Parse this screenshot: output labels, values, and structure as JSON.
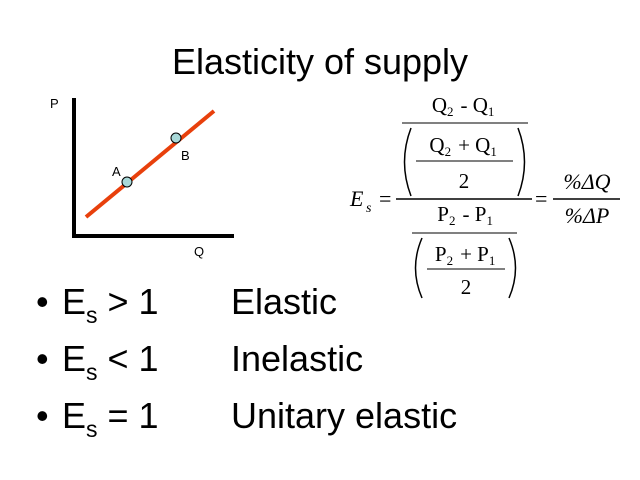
{
  "title": "Elasticity of supply",
  "graph": {
    "y_axis_label": "P",
    "x_axis_label": "Q",
    "points": [
      {
        "label": "A"
      },
      {
        "label": "B"
      }
    ],
    "supply_line_color": "#e8400c",
    "point_fill_color": "#a8d8d8"
  },
  "formula": {
    "lhs_symbol": "E",
    "lhs_subscript": "s",
    "equals": "=",
    "numerator_top": "Q2 - Q1",
    "numerator_bottom_sum": "Q2 + Q1",
    "numerator_divisor": "2",
    "denominator_top": "P2 - P1",
    "denominator_bottom_sum": "P2 + P1",
    "denominator_divisor": "2",
    "rhs_numerator": "%ΔQ",
    "rhs_denominator": "%ΔP"
  },
  "bullets": [
    {
      "symbol": "E",
      "subscript": "s",
      "relation": " > 1",
      "meaning": "Elastic"
    },
    {
      "symbol": "E",
      "subscript": "s",
      "relation": " < 1",
      "meaning": "Inelastic"
    },
    {
      "symbol": "E",
      "subscript": "s",
      "relation": " = 1",
      "meaning": "Unitary elastic"
    }
  ]
}
